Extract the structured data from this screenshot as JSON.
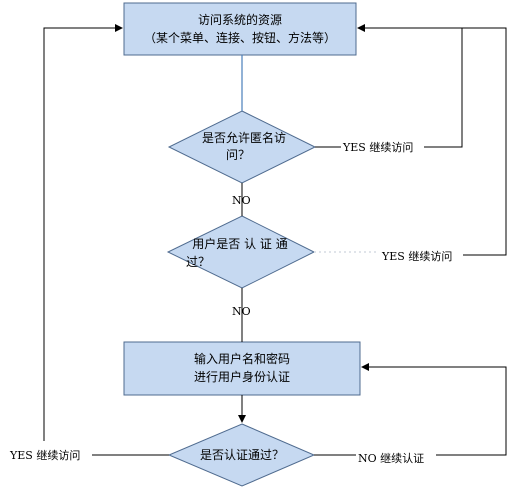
{
  "nodes": {
    "access_resource": {
      "line1": "访问系统的资源",
      "line2": "（某个菜单、连接、按钮、方法等）"
    },
    "allow_anonymous": {
      "line1": "是否允许匿名访",
      "line2": "问？"
    },
    "user_authenticated": {
      "line1": "用户是否 认 证 通",
      "line2": "过？"
    },
    "login": {
      "line1": "输入用户名和密码",
      "line2": "进行用户身份认证"
    },
    "auth_passed": {
      "line1": "是否认证通过？"
    }
  },
  "edge_labels": {
    "no_1": "NO",
    "yes_continue_1": "YES 继续访问",
    "no_2": "NO",
    "yes_continue_2": "YES 继续访问",
    "yes_continue_3": "YES 继续访问",
    "no_continue_auth": "NO 继续认证"
  },
  "colors": {
    "box_fill": "#c6d9f1",
    "box_stroke": "#4f6b8f",
    "connector_blue": "#4a7ebb",
    "connector_black": "#000000"
  }
}
